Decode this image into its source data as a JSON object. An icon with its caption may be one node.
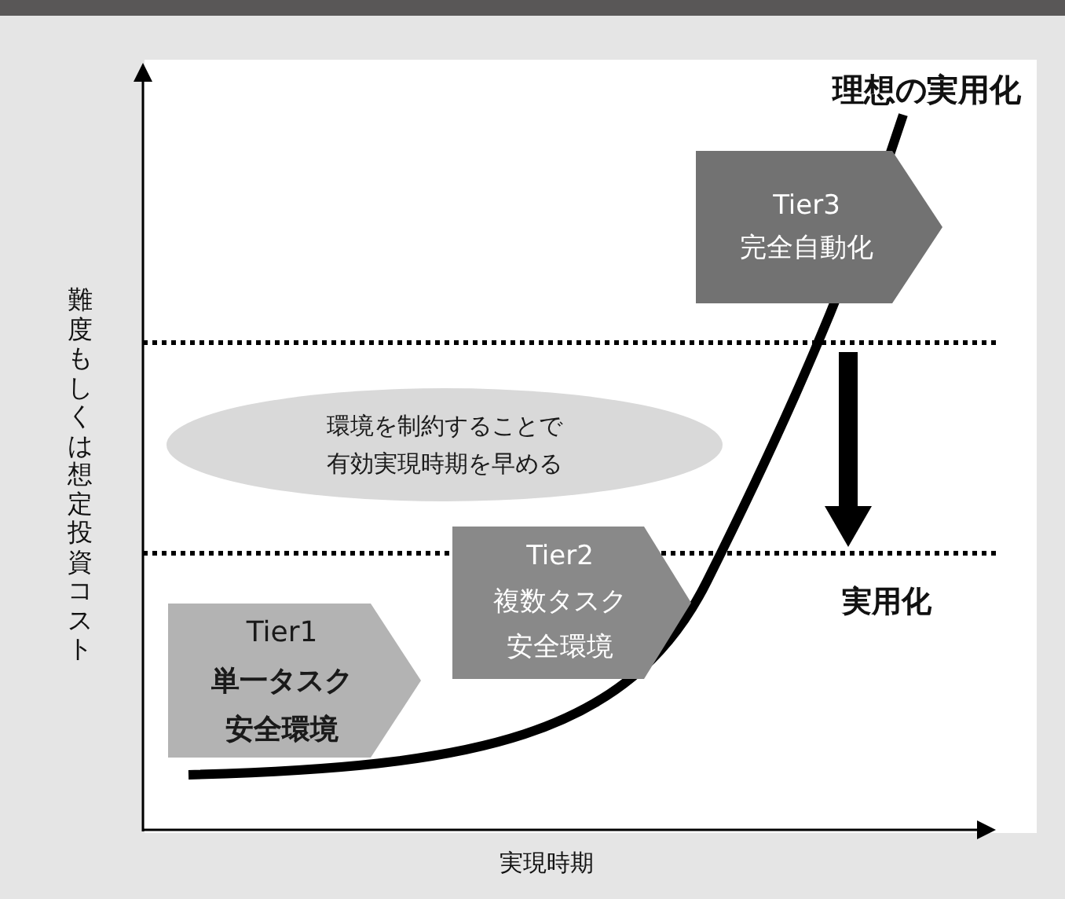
{
  "diagram": {
    "nodes": [
      {
        "text": [
          "Tier1",
          "単一タスク",
          "安全環境"
        ]
      },
      {
        "text": [
          "Tier2",
          "複数タスク",
          "安全環境"
        ]
      },
      {
        "text": [
          "Tier3",
          "完全自動化"
        ]
      },
      {
        "text": [
          "環境を制約することで有効実現時期を早める"
        ]
      }
    ],
    "labels": [
      "理想の実用化",
      "難度もしくは想定投資コスト",
      "実用化",
      "実現時期"
    ]
  }
}
